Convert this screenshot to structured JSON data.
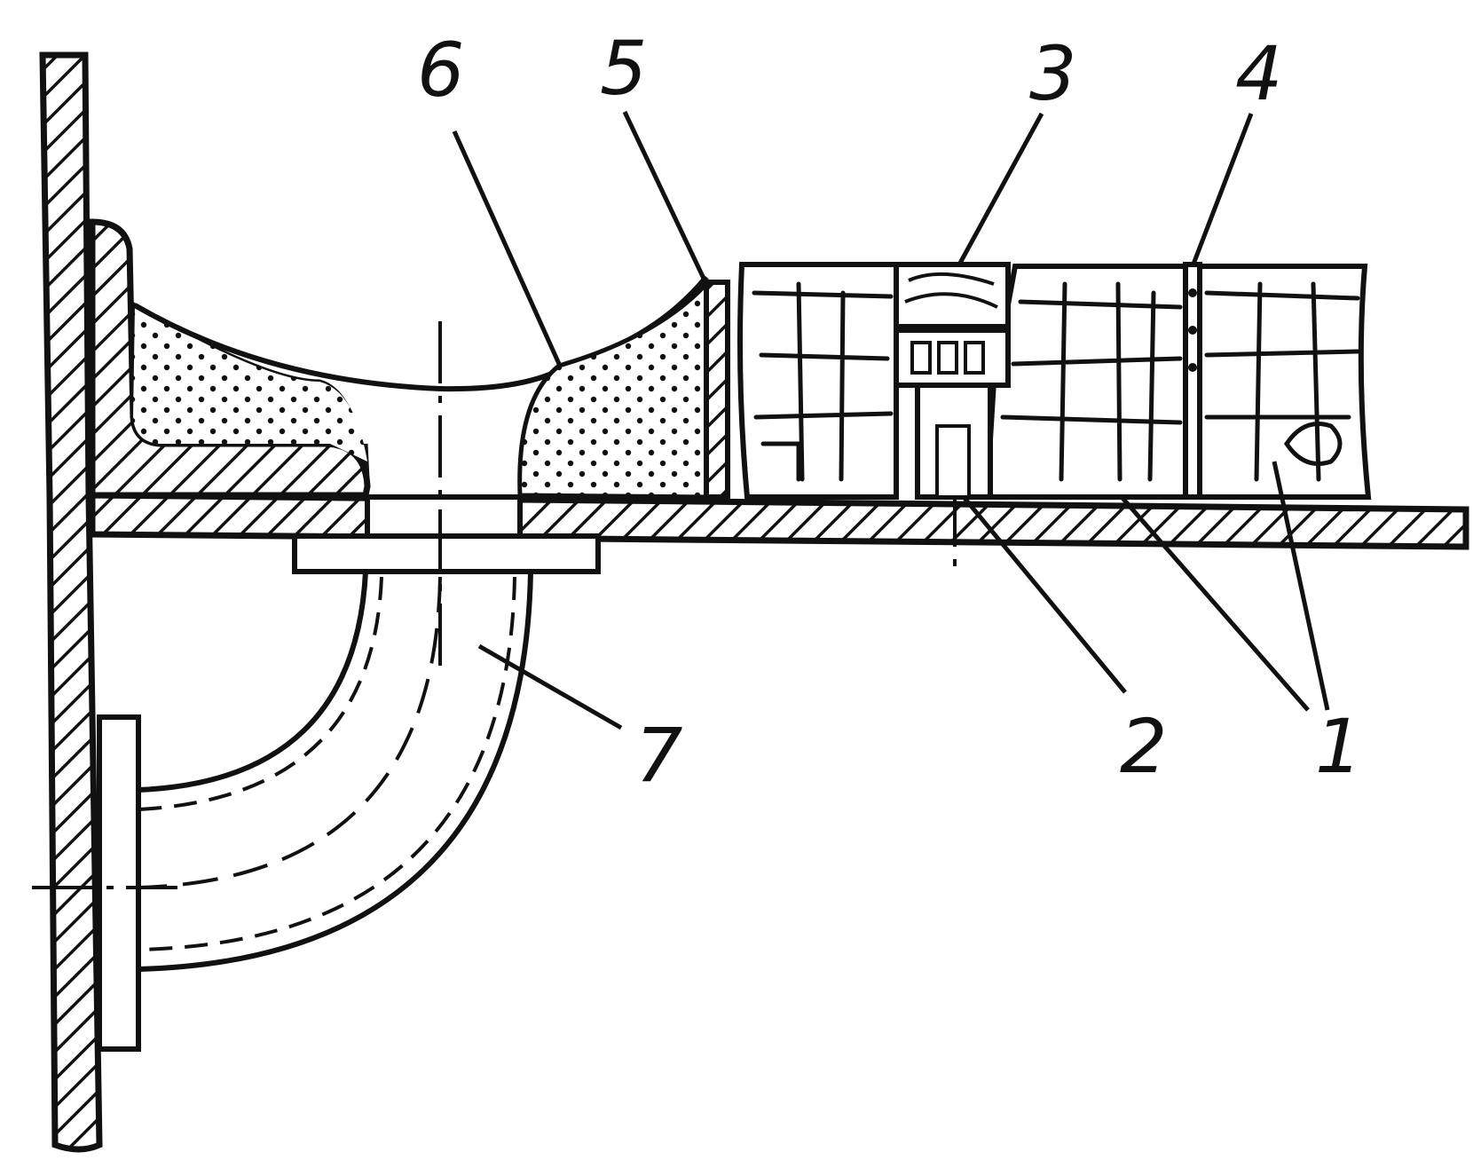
{
  "diagram": {
    "colors": {
      "ink": "#111111",
      "paper": "#ffffff"
    },
    "callouts": [
      {
        "id": "1",
        "text": "1"
      },
      {
        "id": "2",
        "text": "2"
      },
      {
        "id": "3",
        "text": "3"
      },
      {
        "id": "4",
        "text": "4"
      },
      {
        "id": "5",
        "text": "5"
      },
      {
        "id": "6",
        "text": "6"
      },
      {
        "id": "7",
        "text": "7"
      }
    ]
  }
}
